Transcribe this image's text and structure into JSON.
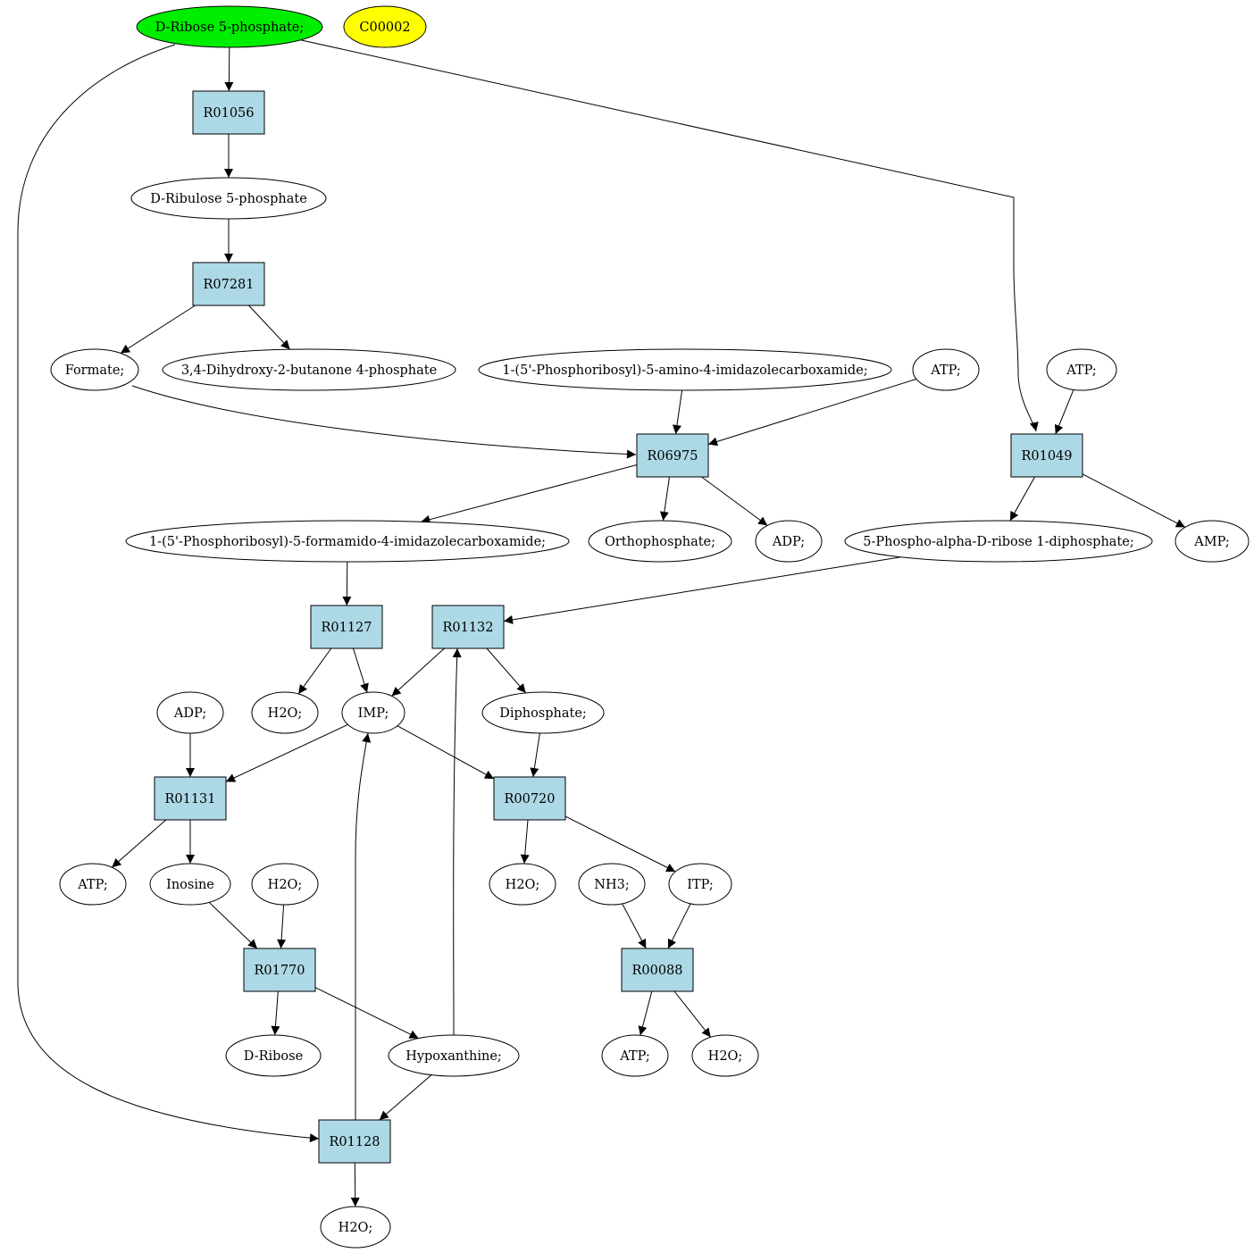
{
  "colors": {
    "start": "#00ee00",
    "query": "#ffff00",
    "reaction": "#add8e6",
    "compound": "#ffffff",
    "stroke": "#000000"
  },
  "nodes": {
    "n1": {
      "label": "D-Ribose 5-phosphate;",
      "kind": "start"
    },
    "n2": {
      "label": "C00002",
      "kind": "query"
    },
    "n3": {
      "label": "R01056",
      "kind": "reaction"
    },
    "n4": {
      "label": "D-Ribulose 5-phosphate",
      "kind": "compound"
    },
    "n5": {
      "label": "R07281",
      "kind": "reaction"
    },
    "n6": {
      "label": "Formate;",
      "kind": "compound"
    },
    "n7": {
      "label": "3,4-Dihydroxy-2-butanone 4-phosphate",
      "kind": "compound"
    },
    "n8": {
      "label": "1-(5'-Phosphoribosyl)-5-amino-4-imidazolecarboxamide;",
      "kind": "compound"
    },
    "n9": {
      "label": "ATP;",
      "kind": "compound"
    },
    "n10": {
      "label": "ATP;",
      "kind": "compound"
    },
    "n11": {
      "label": "R06975",
      "kind": "reaction"
    },
    "n12": {
      "label": "R01049",
      "kind": "reaction"
    },
    "n13": {
      "label": "1-(5'-Phosphoribosyl)-5-formamido-4-imidazolecarboxamide;",
      "kind": "compound"
    },
    "n14": {
      "label": "Orthophosphate;",
      "kind": "compound"
    },
    "n15": {
      "label": "ADP;",
      "kind": "compound"
    },
    "n16": {
      "label": "5-Phospho-alpha-D-ribose 1-diphosphate;",
      "kind": "compound"
    },
    "n17": {
      "label": "AMP;",
      "kind": "compound"
    },
    "n18": {
      "label": "R01127",
      "kind": "reaction"
    },
    "n19": {
      "label": "R01132",
      "kind": "reaction"
    },
    "n20": {
      "label": "ADP;",
      "kind": "compound"
    },
    "n21": {
      "label": "H2O;",
      "kind": "compound"
    },
    "n22": {
      "label": "IMP;",
      "kind": "compound"
    },
    "n23": {
      "label": "Diphosphate;",
      "kind": "compound"
    },
    "n24": {
      "label": "R01131",
      "kind": "reaction"
    },
    "n25": {
      "label": "R00720",
      "kind": "reaction"
    },
    "n26": {
      "label": "ATP;",
      "kind": "compound"
    },
    "n27": {
      "label": "Inosine",
      "kind": "compound"
    },
    "n28": {
      "label": "H2O;",
      "kind": "compound"
    },
    "n29": {
      "label": "H2O;",
      "kind": "compound"
    },
    "n30": {
      "label": "NH3;",
      "kind": "compound"
    },
    "n31": {
      "label": "ITP;",
      "kind": "compound"
    },
    "n32": {
      "label": "R01770",
      "kind": "reaction"
    },
    "n33": {
      "label": "R00088",
      "kind": "reaction"
    },
    "n34": {
      "label": "D-Ribose",
      "kind": "compound"
    },
    "n35": {
      "label": "Hypoxanthine;",
      "kind": "compound"
    },
    "n36": {
      "label": "ATP;",
      "kind": "compound"
    },
    "n37": {
      "label": "H2O;",
      "kind": "compound"
    },
    "n38": {
      "label": "R01128",
      "kind": "reaction"
    },
    "n39": {
      "label": "H2O;",
      "kind": "compound"
    }
  },
  "edges": [
    [
      "n1",
      "n3"
    ],
    [
      "n1",
      "n12"
    ],
    [
      "n1",
      "n38"
    ],
    [
      "n3",
      "n4"
    ],
    [
      "n4",
      "n5"
    ],
    [
      "n5",
      "n6"
    ],
    [
      "n5",
      "n7"
    ],
    [
      "n6",
      "n11"
    ],
    [
      "n8",
      "n11"
    ],
    [
      "n9",
      "n11"
    ],
    [
      "n10",
      "n12"
    ],
    [
      "n11",
      "n13"
    ],
    [
      "n11",
      "n14"
    ],
    [
      "n11",
      "n15"
    ],
    [
      "n12",
      "n16"
    ],
    [
      "n12",
      "n17"
    ],
    [
      "n13",
      "n18"
    ],
    [
      "n16",
      "n19"
    ],
    [
      "n18",
      "n21"
    ],
    [
      "n18",
      "n22"
    ],
    [
      "n19",
      "n22"
    ],
    [
      "n19",
      "n23"
    ],
    [
      "n20",
      "n24"
    ],
    [
      "n22",
      "n24"
    ],
    [
      "n22",
      "n25"
    ],
    [
      "n23",
      "n25"
    ],
    [
      "n24",
      "n26"
    ],
    [
      "n24",
      "n27"
    ],
    [
      "n25",
      "n29"
    ],
    [
      "n25",
      "n31"
    ],
    [
      "n27",
      "n32"
    ],
    [
      "n28",
      "n32"
    ],
    [
      "n30",
      "n33"
    ],
    [
      "n31",
      "n33"
    ],
    [
      "n32",
      "n34"
    ],
    [
      "n32",
      "n35"
    ],
    [
      "n33",
      "n36"
    ],
    [
      "n33",
      "n37"
    ],
    [
      "n35",
      "n19"
    ],
    [
      "n35",
      "n38"
    ],
    [
      "n38",
      "n22"
    ],
    [
      "n38",
      "n39"
    ]
  ]
}
